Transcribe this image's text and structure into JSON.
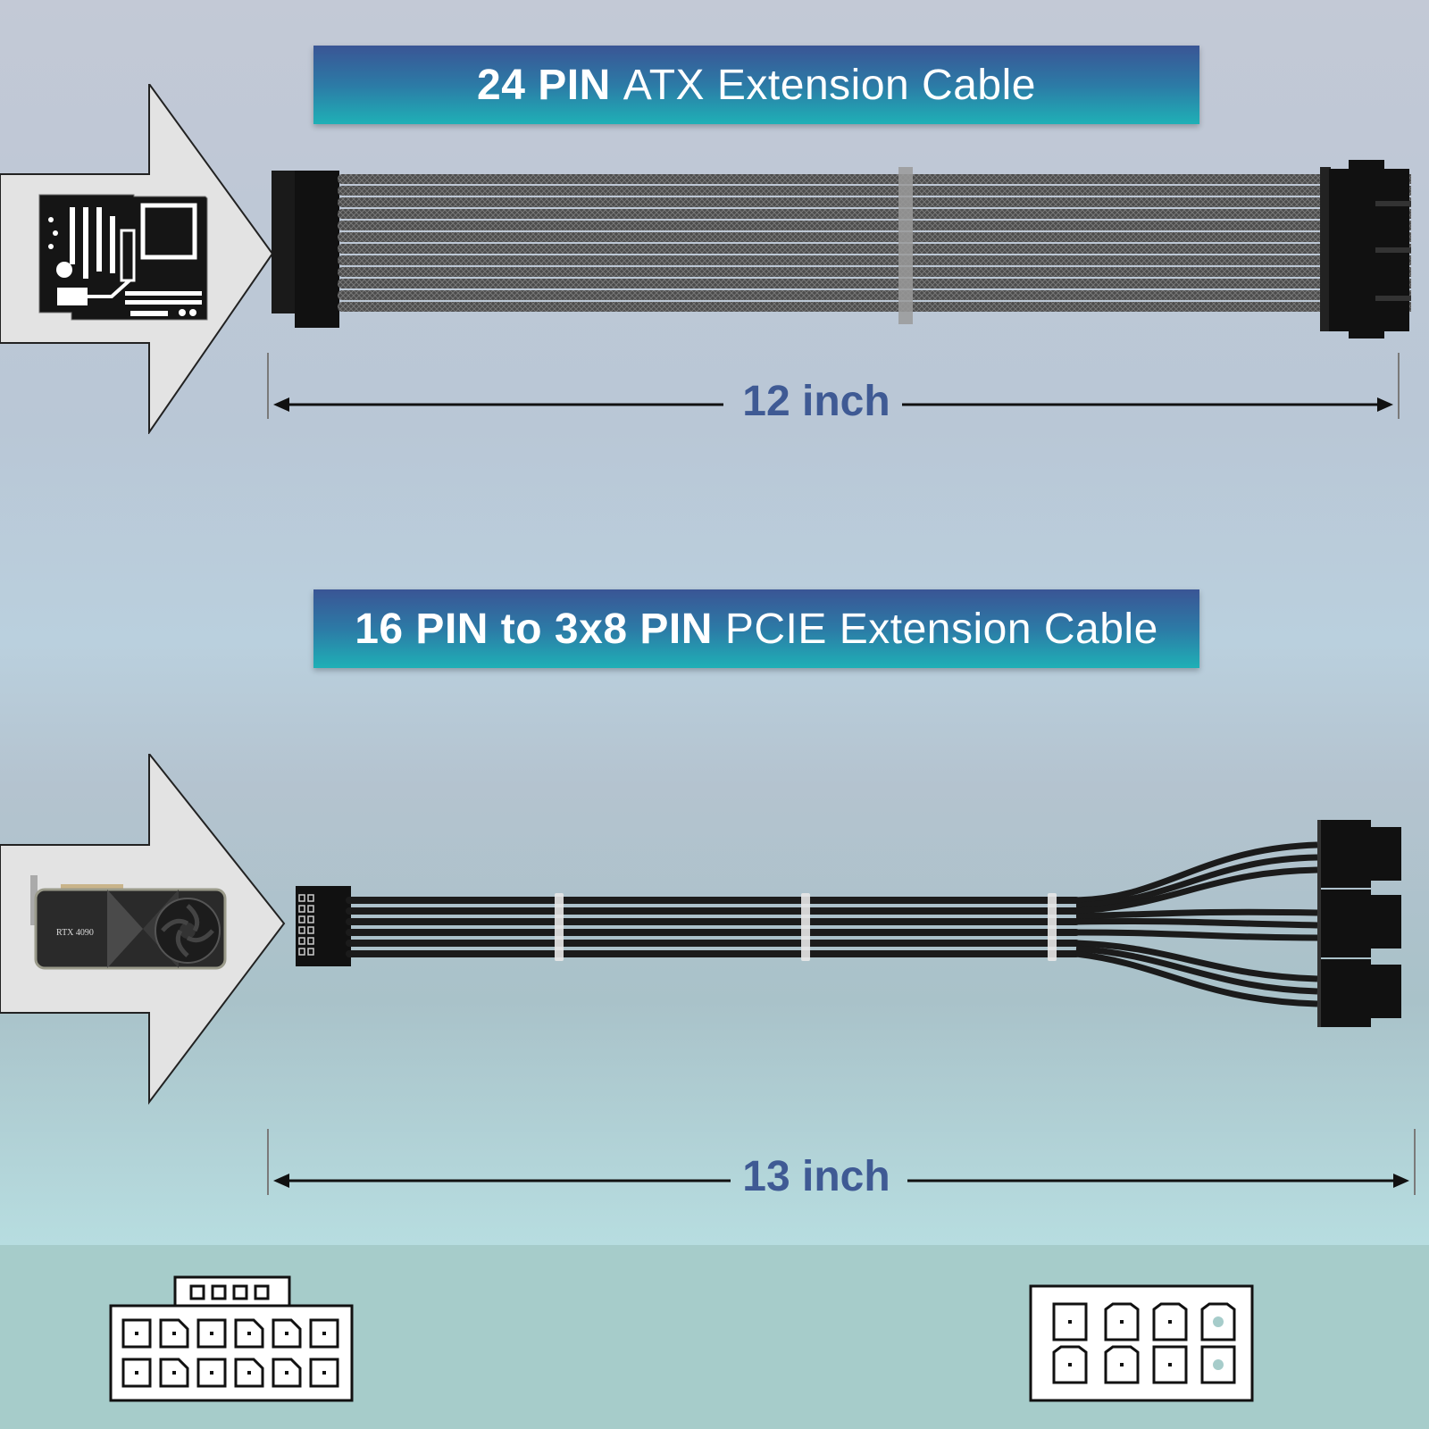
{
  "cables": [
    {
      "title_bold": "24 PIN",
      "title_rest": "ATX Extension Cable",
      "length": "12 inch",
      "device_icon": "motherboard-icon"
    },
    {
      "title_bold": "16 PIN to 3x8 PIN",
      "title_rest": "PCIE Extension Cable",
      "length": "13 inch",
      "device_icon": "gpu-icon",
      "gpu_label": "RTX 4090"
    }
  ],
  "pinouts": [
    {
      "name": "16-pin-12vhpwr",
      "signal_pins": 4,
      "power_pins": 12
    },
    {
      "name": "8-pin-pcie",
      "power_pins": 8
    }
  ],
  "colors": {
    "banner_top": "#3a5595",
    "banner_bottom": "#1fb0b6",
    "measure_text": "#3f5a94",
    "sleeve": "#4a4a4a",
    "connector": "#1a1a1a"
  }
}
